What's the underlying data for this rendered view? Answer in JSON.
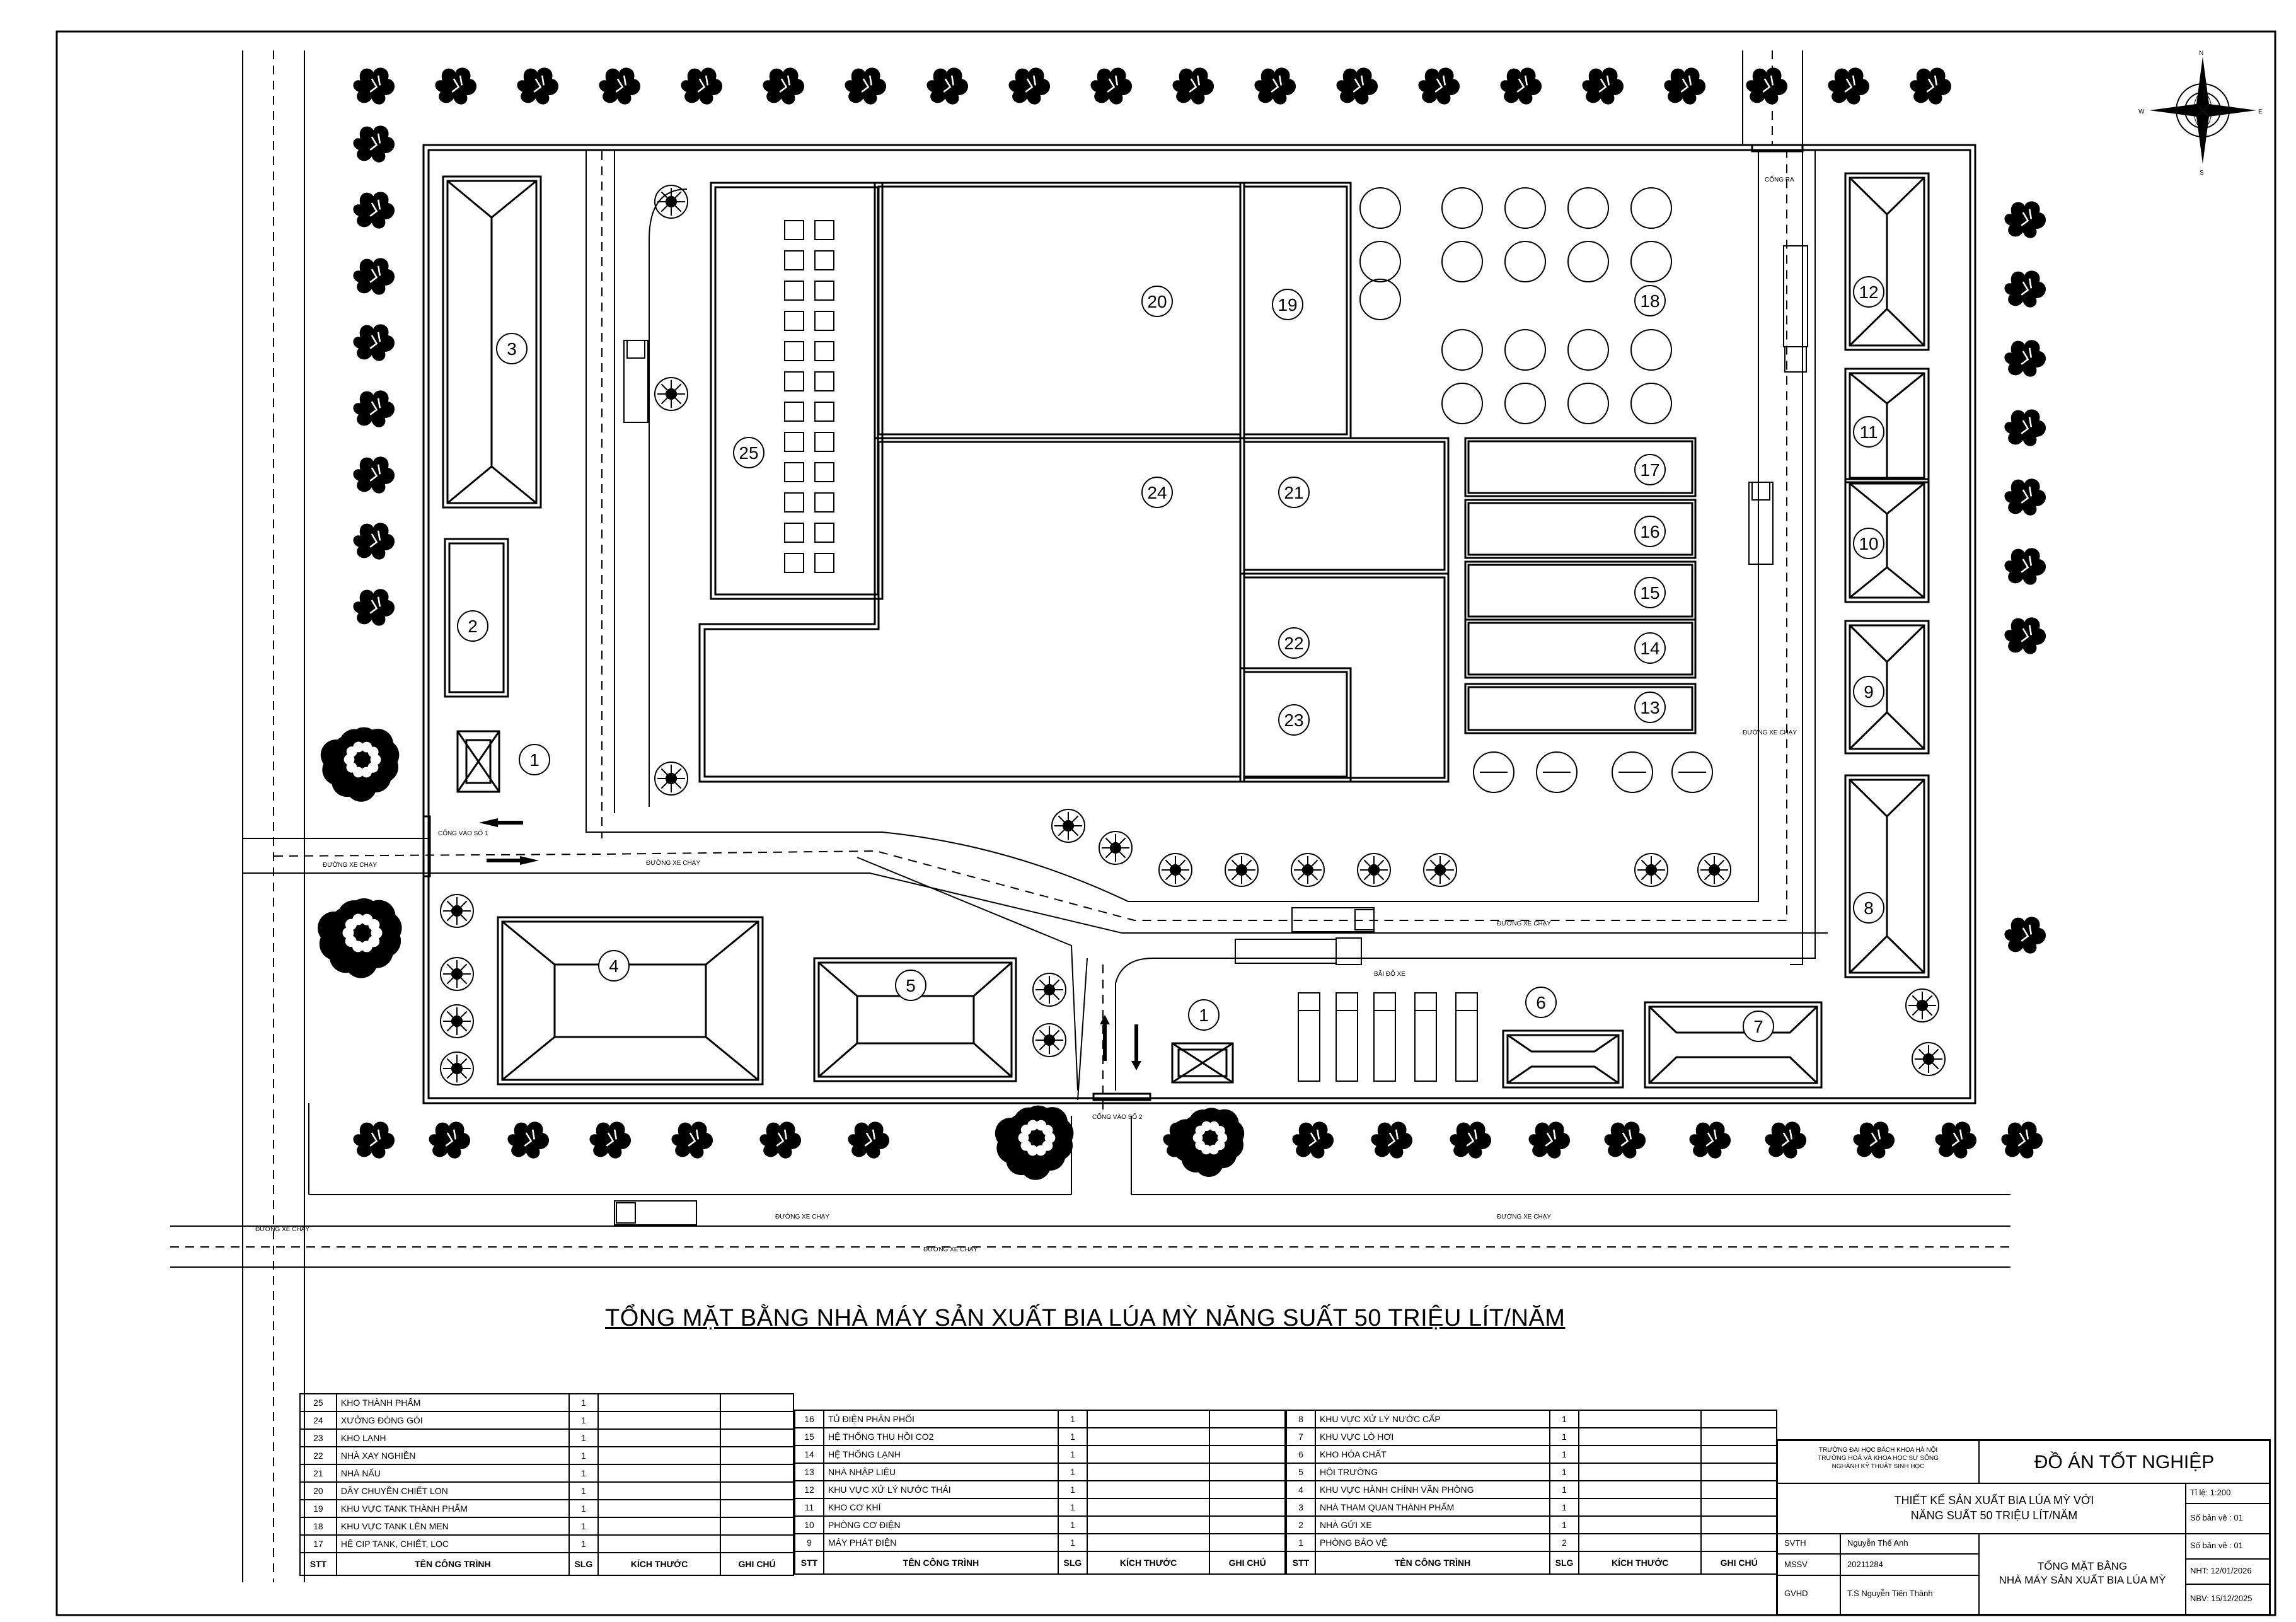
{
  "title": "TỔNG MẶT BẰNG NHÀ MÁY SẢN XUẤT BIA LÚA MỲ NĂNG SUẤT 50 TRIỆU LÍT/NĂM",
  "compass": {
    "n": "N",
    "s": "S",
    "e": "E",
    "w": "W"
  },
  "road_labels": {
    "duong_xe_chay": "ĐƯỜNG XE CHẠY",
    "cong_vao_so_1": "CỔNG VÀO SỐ 1",
    "cong_vao_so_2": "CỔNG VÀO SỐ 2",
    "cong_ra": "CỔNG RA",
    "bai_do_xe": "BÃI ĐỖ XE"
  },
  "building_numbers": [
    "1",
    "2",
    "3",
    "4",
    "5",
    "6",
    "7",
    "8",
    "9",
    "10",
    "11",
    "12",
    "13",
    "14",
    "15",
    "16",
    "17",
    "18",
    "19",
    "20",
    "21",
    "22",
    "23",
    "24",
    "25"
  ],
  "table": {
    "headers": {
      "stt": "STT",
      "ten": "TÊN CÔNG TRÌNH",
      "slg": "SLG",
      "kich_thuoc": "KÍCH THƯỚC",
      "ghi_chu": "GHI CHÚ"
    },
    "col1": [
      {
        "stt": "25",
        "name": "KHO THÀNH PHẨM",
        "slg": "1"
      },
      {
        "stt": "24",
        "name": "XƯỞNG ĐÓNG GÓI",
        "slg": "1"
      },
      {
        "stt": "23",
        "name": "KHO LẠNH",
        "slg": "1"
      },
      {
        "stt": "22",
        "name": "NHÀ XAY NGHIỀN",
        "slg": "1"
      },
      {
        "stt": "21",
        "name": "NHÀ NẤU",
        "slg": "1"
      },
      {
        "stt": "20",
        "name": "DÂY CHUYỀN CHIẾT LON",
        "slg": "1"
      },
      {
        "stt": "19",
        "name": "KHU VỰC TANK THÀNH PHẨM",
        "slg": "1"
      },
      {
        "stt": "18",
        "name": "KHU VỰC TANK LÊN MEN",
        "slg": "1"
      },
      {
        "stt": "17",
        "name": "HỆ CIP TANK, CHIẾT, LỌC",
        "slg": "1"
      }
    ],
    "col2": [
      {
        "stt": "16",
        "name": "TỦ ĐIỆN PHÂN PHỐI",
        "slg": "1"
      },
      {
        "stt": "15",
        "name": "HỆ THỐNG THU HỒI CO2",
        "slg": "1"
      },
      {
        "stt": "14",
        "name": "HỆ THỐNG LẠNH",
        "slg": "1"
      },
      {
        "stt": "13",
        "name": "NHÀ NHẬP LIỆU",
        "slg": "1"
      },
      {
        "stt": "12",
        "name": "KHU VỰC XỬ LÝ NƯỚC THẢI",
        "slg": "1"
      },
      {
        "stt": "11",
        "name": "KHO CƠ KHÍ",
        "slg": "1"
      },
      {
        "stt": "10",
        "name": "PHÒNG CƠ ĐIỆN",
        "slg": "1"
      },
      {
        "stt": "9",
        "name": "MÁY PHÁT ĐIỆN",
        "slg": "1"
      }
    ],
    "col3": [
      {
        "stt": "8",
        "name": "KHU VỰC XỬ LÝ NƯỚC CẤP",
        "slg": "1"
      },
      {
        "stt": "7",
        "name": "KHU VỰC LÒ HƠI",
        "slg": "1"
      },
      {
        "stt": "6",
        "name": "KHO HÓA CHẤT",
        "slg": "1"
      },
      {
        "stt": "5",
        "name": "HỘI TRƯỜNG",
        "slg": "1"
      },
      {
        "stt": "4",
        "name": "KHU VỰC HÀNH CHÍNH VĂN PHÒNG",
        "slg": "1"
      },
      {
        "stt": "3",
        "name": "NHÀ THAM QUAN THÀNH PHẨM",
        "slg": "1"
      },
      {
        "stt": "2",
        "name": "NHÀ GỬI XE",
        "slg": "1"
      },
      {
        "stt": "1",
        "name": "PHÒNG BẢO VỆ",
        "slg": "2"
      }
    ]
  },
  "title_block": {
    "school_line1": "TRƯỜNG ĐẠI HỌC BÁCH KHOA HÀ NỘI",
    "school_line2": "TRƯỜNG HOÁ VÀ KHOA HỌC SỰ SỐNG",
    "school_line3": "NGHÀNH KỸ THUẬT SINH HỌC",
    "main": "ĐỒ ÁN TỐT NGHIỆP",
    "project_line1": "THIẾT KẾ  SẢN XUẤT BIA LÚA MỲ VỚI",
    "project_line2": "NĂNG SUẤT 50 TRIỆU LÍT/NĂM",
    "scale": "Tỉ lệ: 1:200",
    "sheet_no1": "Số bản vẽ : 01",
    "sheet_no2": "Số bản vẽ : 01",
    "svth_label": "SVTH",
    "svth_value": "Nguyễn Thế Anh",
    "mssv_label": "MSSV",
    "mssv_value": "20211284",
    "gvhd_label": "GVHD",
    "gvhd_value": "T.S Nguyễn Tiến Thành",
    "drawing_line1": "TỔNG MẶT BẰNG",
    "drawing_line2": "NHÀ MÁY SẢN XUẤT BIA LÚA MỲ",
    "nht": "NHT: 12/01/2026",
    "nbv": "NBV: 15/12/2025"
  }
}
